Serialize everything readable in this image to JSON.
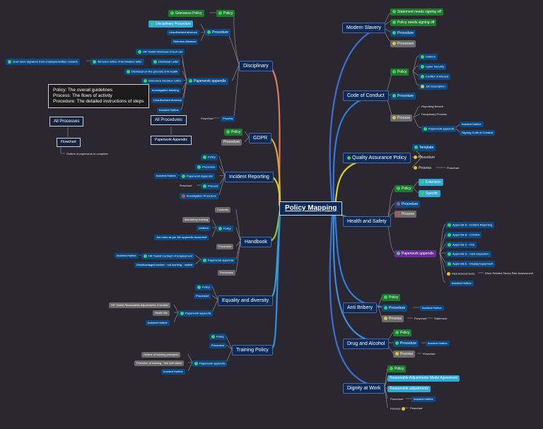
{
  "root": {
    "label": "Policy Mapping"
  },
  "note": {
    "line1": "Policy: The overall guidelines",
    "line2": "Process: The flows of activity",
    "line3": "Procedure: The detailed instructions of steps"
  },
  "all_processes": {
    "label": "All Processes",
    "child": "Flowchart",
    "desc": "Outline of paperwork to complete"
  },
  "all_procedures": {
    "label": "All Procedures",
    "child": "Paperwork Appendix"
  },
  "disciplinary": {
    "label": "Disciplinary",
    "grievance": "Grievance Policy",
    "policy": "Policy",
    "disc_procedure": "Disciplinary Procedure",
    "unauth": "Unauthorised absence",
    "sickness": "Sickness Absence",
    "procedure": "Procedure",
    "hr_toolkit": "HR Toolkit Dismissal Check List",
    "must_have": "must have signature from employee/written consent",
    "notice48": "48 hours notice of termination letter",
    "dismissal": "Dismissal Letter",
    "dismiss_grounds": "Dismissal on the grounds of ill health",
    "grievance_letter": "Grievance Decision Letter",
    "investigation": "Investigation Meeting",
    "unauth_absence": "Unauthorised Absence",
    "incident_hotline": "Incident Hotline",
    "paperwork": "Paperwork appendix",
    "flowchart": "Flowchart",
    "process": "Process"
  },
  "gdpr": {
    "label": "GDPR",
    "policy": "Policy",
    "procedure": "Procedure"
  },
  "incident": {
    "label": "Incident Reporting",
    "policy": "Policy",
    "procedure": "Procedure",
    "hotline": "Incident Hotline",
    "paperwork": "Paperwork Appendix",
    "flowchart": "Flowchart",
    "process": "Process",
    "investigation": "Investigation Procedure"
  },
  "handbook": {
    "label": "Handbook",
    "contents": "Contents",
    "mandatory": "Mandatory training",
    "uniform": "Uniform",
    "policy": "Policy",
    "job_roles": "Job roles as per the appendix document",
    "procedure": "Procedure",
    "hotline": "Incident Hotline",
    "hr_contract": "HR Toolkit Contract of Employment",
    "disadvantage": "Disadvantaged worker · out-working · mobile",
    "paperwork": "Paperwork appendix",
    "processes": "Processes"
  },
  "equality": {
    "label": "Equality and diversity",
    "policy": "Policy",
    "procedure": "Procedure",
    "hr_toolkit": "HR Toolkit Reasonable Adjustments Checklist",
    "health": "Health file",
    "hotline": "Incident Hotline",
    "paperwork": "Paperwork appendix"
  },
  "training": {
    "label": "Training Policy",
    "policy": "Policy",
    "procedure": "Procedure",
    "outline": "Outline of training principles",
    "provision": "Provision of training · find well-taken",
    "hotline": "Incident Hotline",
    "paperwork": "Paperwork appendix"
  },
  "slavery": {
    "label": "Modern Slavery",
    "statement": "Statement needs signing off",
    "policy": "Policy needs signing off",
    "procedure": "Procedure",
    "processes": "Processes"
  },
  "conduct": {
    "label": "Code of Conduct",
    "policy": "Policy",
    "uniform": "Uniform",
    "cyber": "Cyber Security",
    "conflict": "Conflict of Interest",
    "job_desc": "Job Description",
    "procedure": "Procedure",
    "process": "Process",
    "reporting": "Reporting Breach",
    "disc_process": "Disciplinary Process",
    "paperwork": "Paperwork appendix",
    "hotline": "Incident Hotline",
    "signing": "Signing Code of Conduct"
  },
  "quality": {
    "label": "Quality Assurance Policy",
    "template": "Template",
    "procedure": "Procedure",
    "process": "Process",
    "flowchart": "Flowchart"
  },
  "health": {
    "label": "Health and Safety",
    "policy": "Policy",
    "extension": "Extension",
    "specific": "Specific",
    "procedure": "Procedure",
    "process": "Process",
    "paperwork": "Paperwork appendix",
    "app_a": "Appendix A - Incident Reporting",
    "app_b": "Appendix B - COSHH",
    "app_c": "Appendix C - Fire",
    "app_d": "Appendix D - H&S inspection",
    "app_e": "Appendix E - Display Equipment",
    "risk": "Risk Assessments",
    "work_stress": "Work Related Stress Risk Assessment",
    "hotline": "Incident Hotline"
  },
  "bribery": {
    "label": "Anti Bribery",
    "policy": "Policy",
    "procedure": "Procedure",
    "hotline": "Incident Hotline",
    "process": "Process",
    "flowchart": "Flowchart",
    "statement": "Statement"
  },
  "drug": {
    "label": "Drug and Alcohol",
    "policy": "Policy",
    "procedure": "Procedure",
    "hotline": "Incident Hotline",
    "process": "Process",
    "flowchart": "Flowchart"
  },
  "dignity": {
    "label": "Dignity at Work",
    "policy": "Policy",
    "model": "Reasonable Adjustments Model Agreement",
    "adjustments": "Reasonable adjustments",
    "procedure": "Procedure",
    "hotline": "Incident Hotline",
    "process": "Process",
    "flowchart": "Flowchart"
  },
  "colors": {
    "background": "#2a2731",
    "node_dark": "#0e2a57",
    "node_blue": "#0b4a86",
    "node_green": "#1f7a2e",
    "node_cyan": "#2fa8d6"
  }
}
